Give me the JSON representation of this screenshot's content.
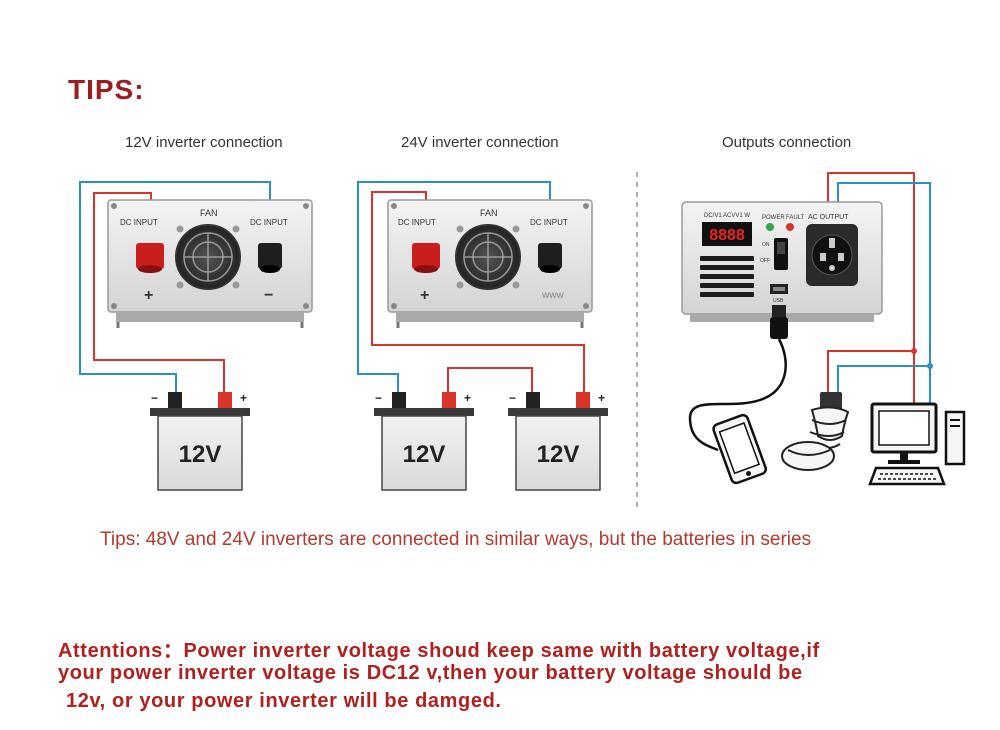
{
  "title": "TIPS:",
  "sections": {
    "inverter12": {
      "caption": "12V inverter connection",
      "dc_input_left": "DC INPUT",
      "dc_input_right": "DC INPUT",
      "fan": "FAN",
      "plus": "+",
      "minus": "−",
      "battery_label": "12V",
      "battery_minus": "−",
      "battery_plus": "+"
    },
    "inverter24": {
      "caption": "24V inverter connection",
      "dc_input_left": "DC INPUT",
      "dc_input_right": "DC INPUT",
      "fan": "FAN",
      "plus": "+",
      "watermark": "www",
      "battery1_label": "12V",
      "battery2_label": "12V",
      "battery_minus": "−",
      "battery_plus": "+"
    },
    "outputs": {
      "caption": "Outputs connection",
      "panel_label": "DC/V1 ACVV1 W",
      "power": "POWER",
      "fault": "FAULT",
      "ac_output": "AC OUTPUT",
      "display": "8888",
      "on": "ON",
      "off": "OFF",
      "usb": "USB"
    }
  },
  "colors": {
    "red_wire": "#d9342b",
    "blue_wire": "#2b8fc4",
    "title": "#9b1d20"
  },
  "note": "Tips: 48V and 24V inverters are connected in similar ways, but the batteries in series",
  "attention": {
    "line1": "Attentions：Power inverter voltage shoud keep same with battery voltage,if",
    "line2": "your power inverter voltage is DC12 v,then your battery voltage should be",
    "line3": "12v, or your power inverter will be damged."
  }
}
